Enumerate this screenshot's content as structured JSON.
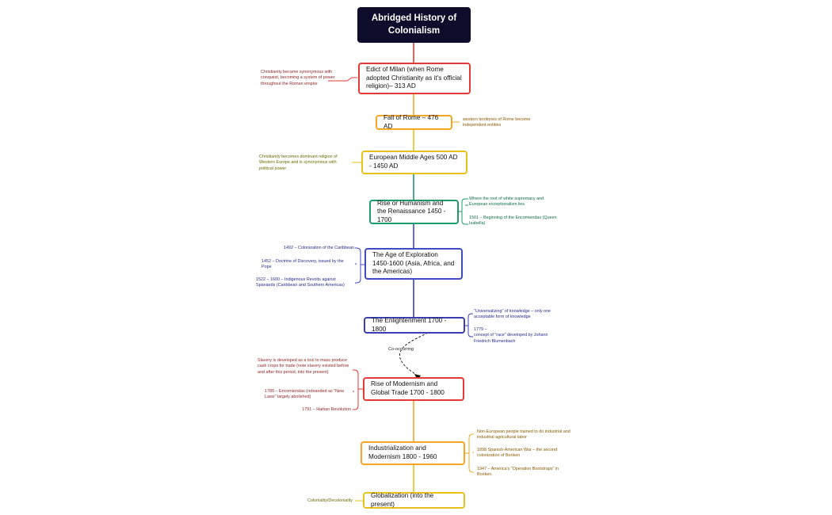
{
  "title": "Abridged History of Colonialism",
  "colors": {
    "red": "#e53935",
    "orange": "#f5a623",
    "yellow": "#e8c21a",
    "green": "#1f9a6b",
    "blue": "#3f4bc4",
    "indigo": "#3a3fb0",
    "red_text": "#8c1f1f",
    "orange_text": "#8a5a00",
    "yellow_text": "#6d6a00",
    "green_text": "#0f6e49",
    "blue_text": "#252c8a"
  },
  "nodes": [
    {
      "label": "Edict of Milan (when Rome adopted Christianity as it's official religion)– 313 AD",
      "color": "red"
    },
    {
      "label": "Fall of Rome – 476 AD",
      "color": "orange"
    },
    {
      "label": "European Middle Ages 500 AD - 1450 AD",
      "color": "yellow"
    },
    {
      "label": "Rise or Humanism and the Renaissance 1450 - 1700",
      "color": "green"
    },
    {
      "label": "The Age of Exploration 1450-1600 (Asia, Africa, and the Americas)",
      "color": "blue"
    },
    {
      "label": "The Enlightenment 1700 - 1800",
      "color": "indigo"
    },
    {
      "label": "Rise of Modernism and Global Trade 1700 - 1800",
      "color": "red"
    },
    {
      "label": "Industrialization and Modernism 1800 - 1960",
      "color": "orange"
    },
    {
      "label": "Globalization (into the present)",
      "color": "yellow"
    }
  ],
  "notes": {
    "edict": "Christianity became synonymous with conquest, becoming a system of power throughout the Roman empire",
    "fall": "western territories of Rome become independent entities",
    "middle_ages": "Christianity becomes dominant religion of Western Europe and is synonymous with political power",
    "renaissance": [
      "Where the root of white supremacy and European exceptionalism lies",
      "1501 – Beginning of the Encomiendas (Queen Isabella)"
    ],
    "exploration": [
      "1492 – Colonization of the Caribbean",
      "1452 – Doctrine of Discovery, issued by the Pope",
      "1522 – 1600 – Indigenous Revolts against Spaniards (Caribbean and Southern Americas)"
    ],
    "enlightenment": [
      "\"Universalizing\" of knowledge – only one acceptable form of knowledge",
      "1779 –\nconcept of \"race\" developed by Johann Friedrich Blumenbach"
    ],
    "modernism": [
      "Slavery is developed as a tool to mass produce cash crops for trade (note slavery existed before and after this period, into the present)",
      "1789 – Encomiendas (rebranded as \"New Laws\" largely abolished)",
      "1791 – Haitian Revolution"
    ],
    "industrialization": [
      "Non-European people trained to do industrial and industrial agricultural labor",
      "1898 Spanish-American War – the second colonization of Boriken",
      "1947 – America's \"Operation Bootstraps\" in Boriken."
    ],
    "globalization": "Coloniality/Decoloniality"
  },
  "relation_label": "Co-occurring"
}
